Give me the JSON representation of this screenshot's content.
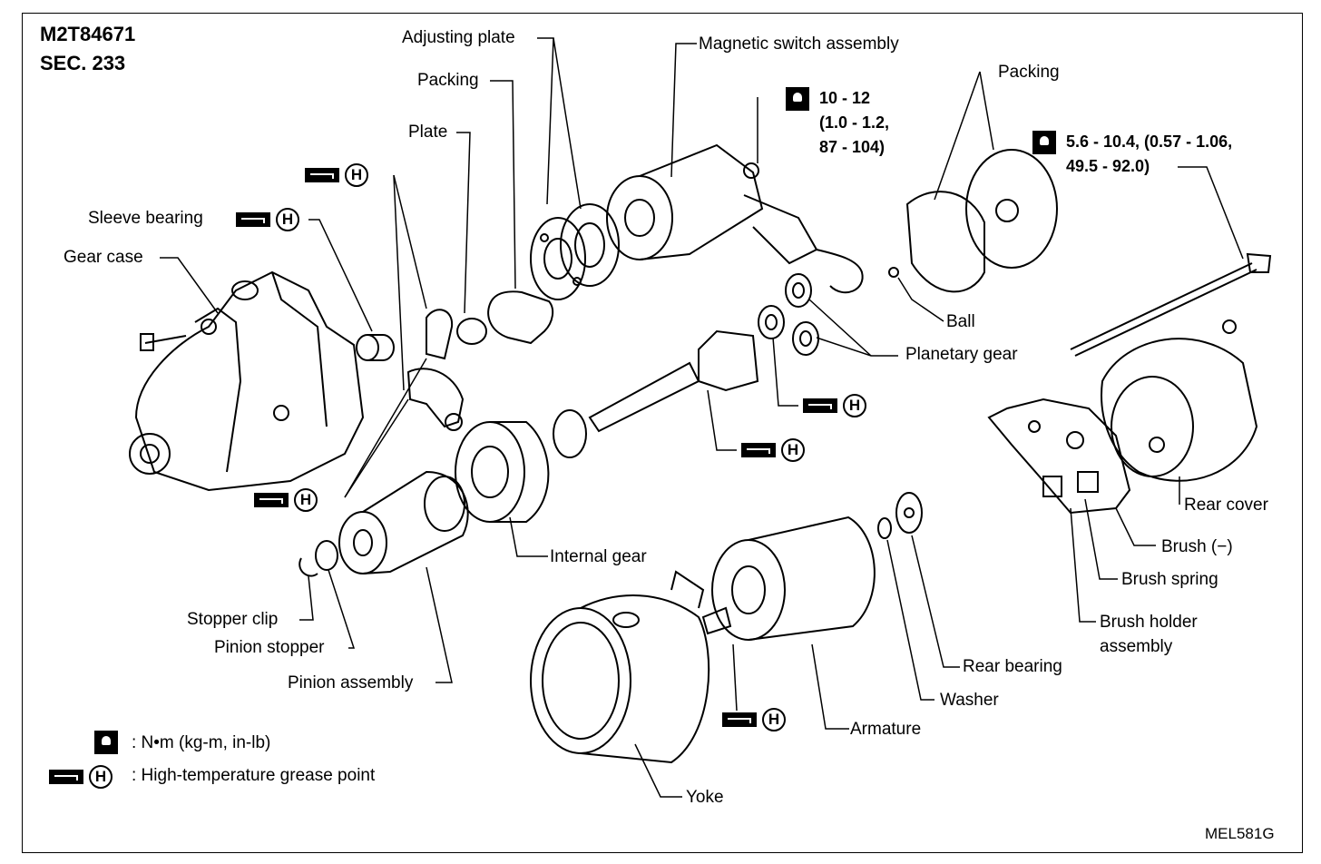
{
  "header": {
    "code": "M2T84671",
    "section": "SEC. 233"
  },
  "footer": {
    "figure_id": "MEL581G"
  },
  "labels": {
    "adjusting_plate": "Adjusting plate",
    "packing_left": "Packing",
    "plate": "Plate",
    "magnetic_switch": "Magnetic switch assembly",
    "packing_right": "Packing",
    "sleeve_bearing": "Sleeve bearing",
    "gear_case": "Gear case",
    "ball": "Ball",
    "planetary_gear": "Planetary gear",
    "internal_gear": "Internal gear",
    "rear_cover": "Rear cover",
    "brush_neg": "Brush (−)",
    "brush_spring": "Brush spring",
    "brush_holder_1": "Brush holder",
    "brush_holder_2": "assembly",
    "stopper_clip": "Stopper clip",
    "pinion_stopper": "Pinion stopper",
    "pinion_assembly": "Pinion assembly",
    "rear_bearing": "Rear bearing",
    "washer": "Washer",
    "armature": "Armature",
    "yoke": "Yoke"
  },
  "torque": {
    "switch_1": "10 - 12",
    "switch_2": "(1.0 - 1.2,",
    "switch_3": "87 - 104)",
    "bolt_1": "5.6 - 10.4, (0.57 - 1.06,",
    "bolt_2": "49.5 - 92.0)"
  },
  "grease_mark": {
    "letter": "H"
  },
  "legend": {
    "torque_unit": ": N•m (kg-m, in-lb)",
    "grease_point": ": High-temperature grease point"
  }
}
